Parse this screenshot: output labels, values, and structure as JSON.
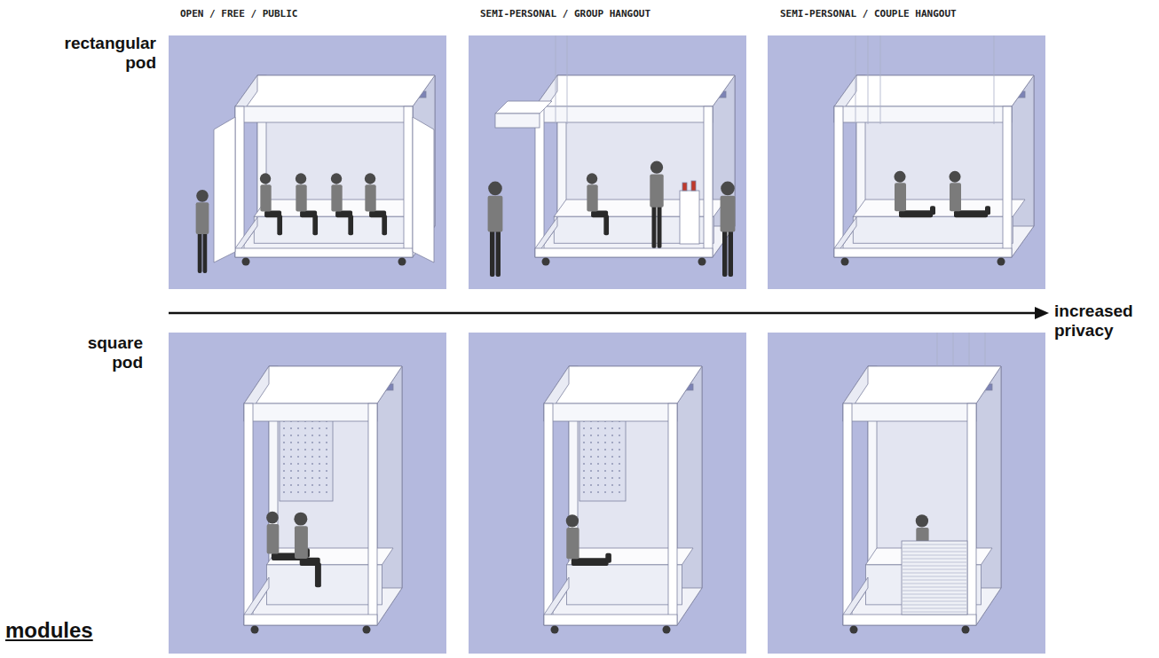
{
  "diagram": {
    "title": "modules",
    "labels": [
      "OPEN / FREE / PUBLIC",
      "SEMI-PERSONAL / GROUP HANGOUT",
      "SEMI-PERSONAL / COUPLE HANGOUT",
      "rectangular pod",
      "increased privacy",
      "square pod"
    ]
  }
}
